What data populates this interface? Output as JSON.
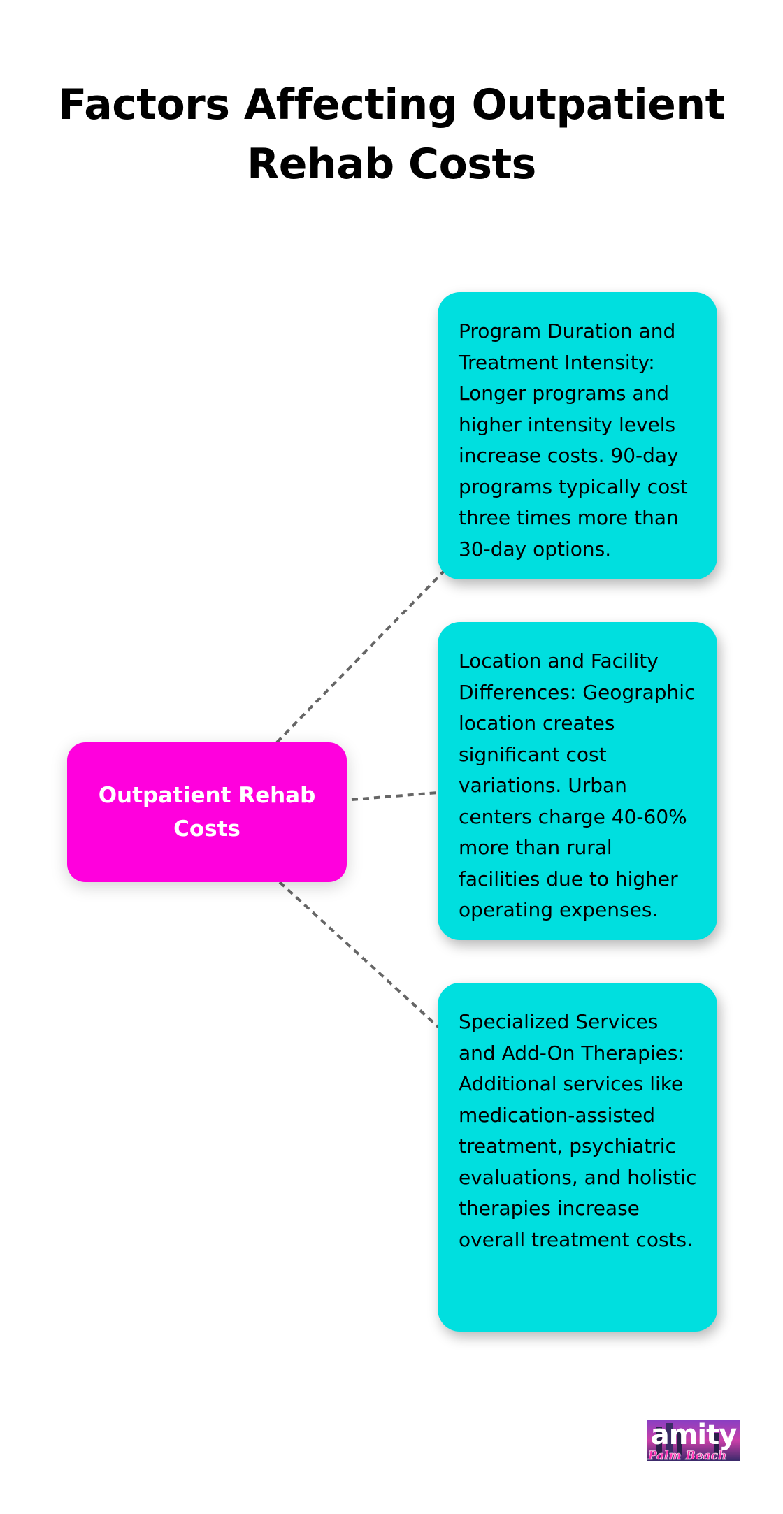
{
  "title": "Factors Affecting Outpatient Rehab Costs",
  "center_node": {
    "label": "Outpatient Rehab Costs"
  },
  "factors": [
    {
      "text": "Program Duration and Treatment Intensity: Longer programs and higher intensity levels increase costs. 90-day programs typically cost three times more than 30-day options."
    },
    {
      "text": "Location and Facility Differences: Geographic location creates significant cost variations. Urban centers charge 40-60% more than rural facilities due to higher operating expenses."
    },
    {
      "text": "Specialized Services and Add-On Therapies: Additional services like medication-assisted treatment, psychiatric evaluations, and holistic therapies increase overall treatment costs."
    }
  ],
  "logo": {
    "wordmark": "amity",
    "script": "Palm Beach"
  },
  "colors": {
    "center": "#ff00dd",
    "factor": "#00dfdf",
    "connector": "#666666"
  }
}
